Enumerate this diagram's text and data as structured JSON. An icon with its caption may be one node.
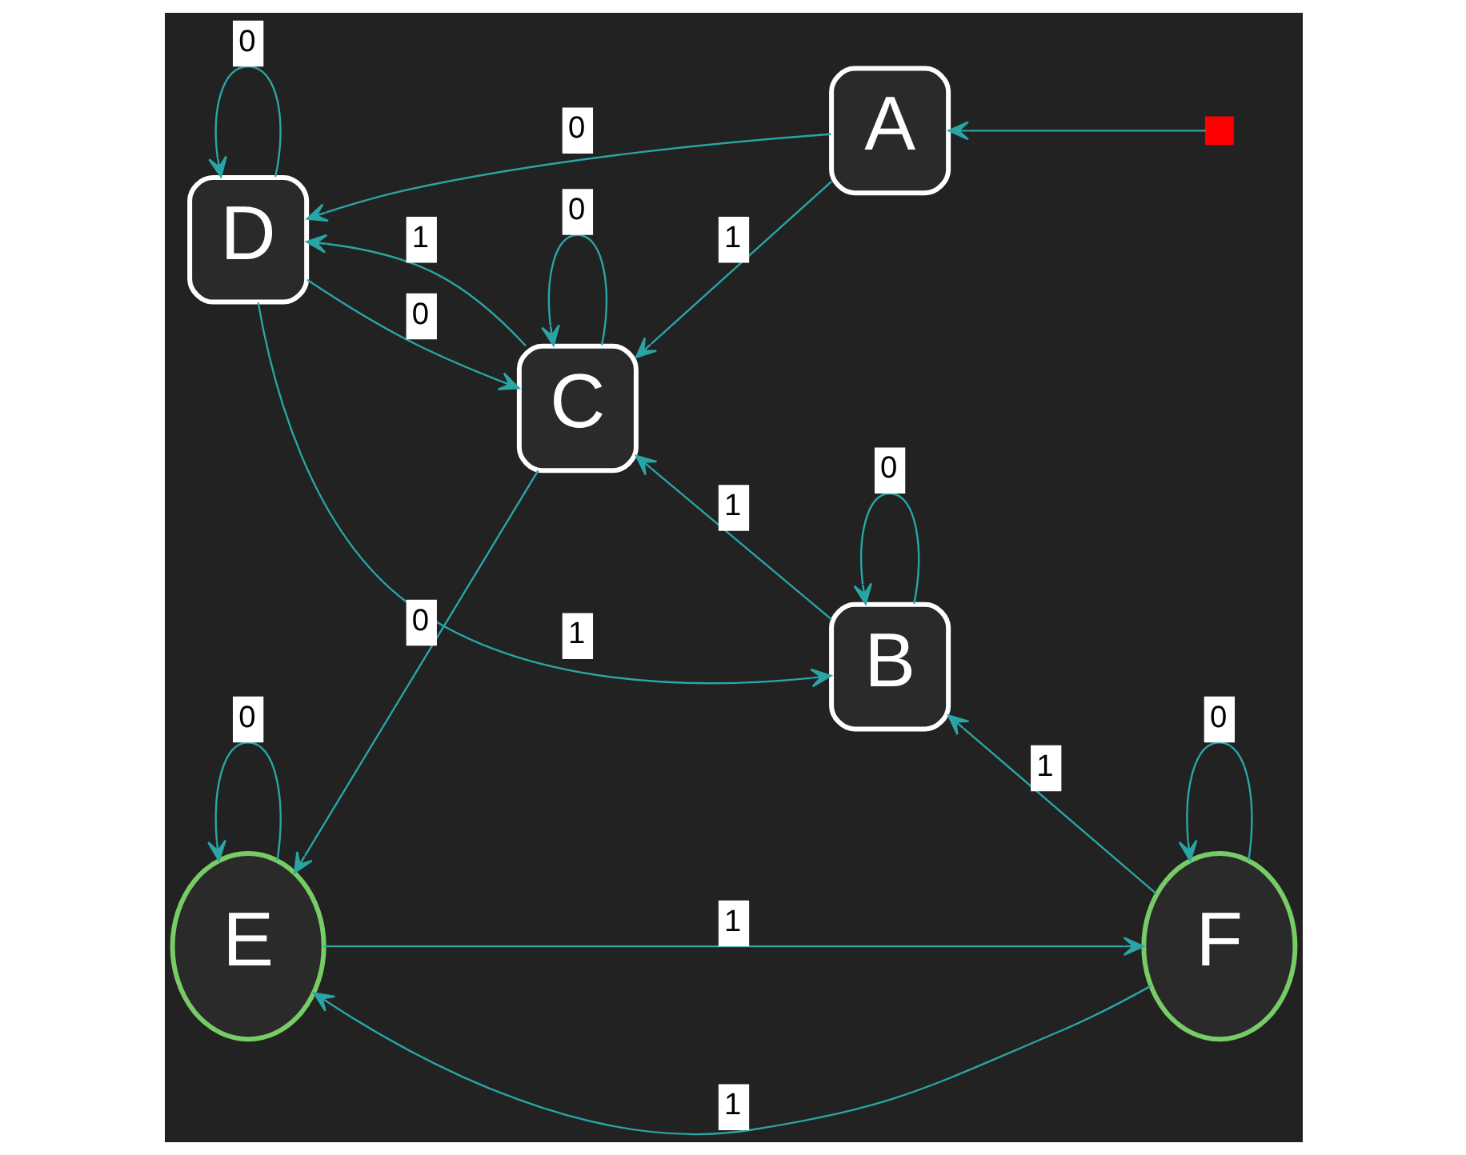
{
  "diagram": {
    "nodes": [
      {
        "text": [
          "F"
        ]
      },
      {
        "text": [
          "B"
        ]
      },
      {
        "text": [
          "D"
        ]
      },
      {
        "text": [],
        "shape": "box"
      },
      {
        "text": [
          "E"
        ]
      },
      {
        "text": [
          "C"
        ]
      },
      {
        "text": [
          "A"
        ]
      }
    ],
    "edges": [
      {
        "from": 0,
        "to": 0,
        "arrow": "to",
        "label": "0"
      },
      {
        "from": 0,
        "to": 1,
        "arrow": "to",
        "label": "1"
      },
      {
        "from": 1,
        "to": 1,
        "arrow": "to",
        "label": "0"
      },
      {
        "from": 2,
        "to": 2,
        "arrow": "to",
        "label": "0"
      },
      {
        "from": 2,
        "to": 1,
        "arrow": "to",
        "label": "1"
      },
      {
        "from": 1,
        "to": 5,
        "arrow": "to",
        "label": "1"
      },
      {
        "from": 0,
        "to": 4,
        "arrow": "to",
        "label": "1"
      },
      {
        "from": 4,
        "to": 0,
        "arrow": "to",
        "label": "1"
      },
      {
        "from": 2,
        "to": 5,
        "arrow": "to",
        "label": "0"
      },
      {
        "from": 5,
        "to": 2,
        "arrow": "to",
        "label": "1"
      },
      {
        "from": 6,
        "to": 2,
        "arrow": "to",
        "label": "0"
      },
      {
        "from": 3,
        "to": 6,
        "arrow": "to"
      },
      {
        "from": 4,
        "to": 4,
        "arrow": "to",
        "label": "0"
      },
      {
        "from": 5,
        "to": 5,
        "arrow": "to",
        "label": "0"
      },
      {
        "from": 5,
        "to": 4,
        "arrow": "to",
        "label": "0"
      },
      {
        "from": 6,
        "to": 5,
        "arrow": "to",
        "label": "1"
      }
    ]
  }
}
